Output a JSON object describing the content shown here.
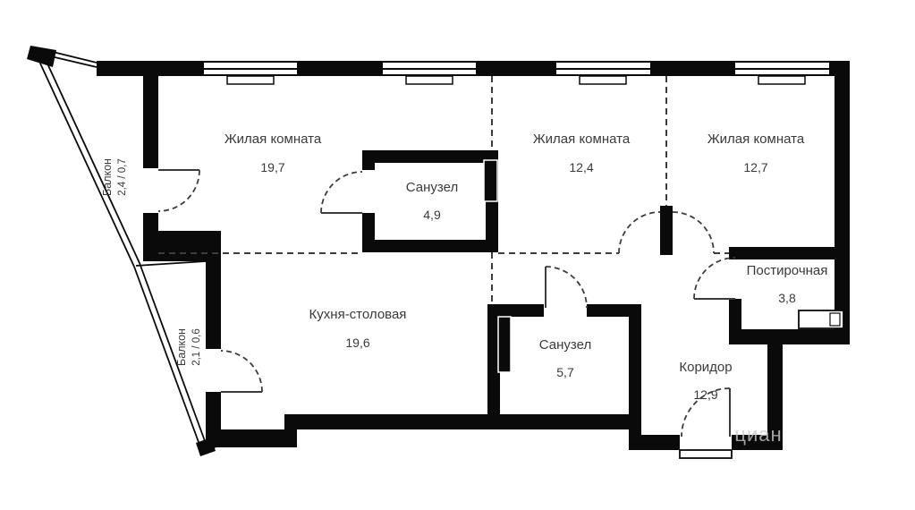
{
  "plan": {
    "rooms": [
      {
        "name": "Жилая комната",
        "area": "19,7"
      },
      {
        "name": "Санузел",
        "area": "4,9"
      },
      {
        "name": "Жилая комната",
        "area": "12,4"
      },
      {
        "name": "Жилая комната",
        "area": "12,7"
      },
      {
        "name": "Постирочная",
        "area": "3,8"
      },
      {
        "name": "Кухня-столовая",
        "area": "19,6"
      },
      {
        "name": "Санузел",
        "area": "5,7"
      },
      {
        "name": "Коридор",
        "area": "12,9"
      }
    ],
    "balconies": [
      {
        "name": "Балкон",
        "area": "2,4 / 0,7"
      },
      {
        "name": "Балкон",
        "area": "2,1 / 0,6"
      }
    ],
    "watermark": "циан",
    "colors": {
      "wall": "#0a0a0a",
      "partition_dashed": "#3c3c3c",
      "label_text": "#3a3a3a",
      "watermark_text": "#c8c8c8",
      "background": "#ffffff"
    }
  }
}
